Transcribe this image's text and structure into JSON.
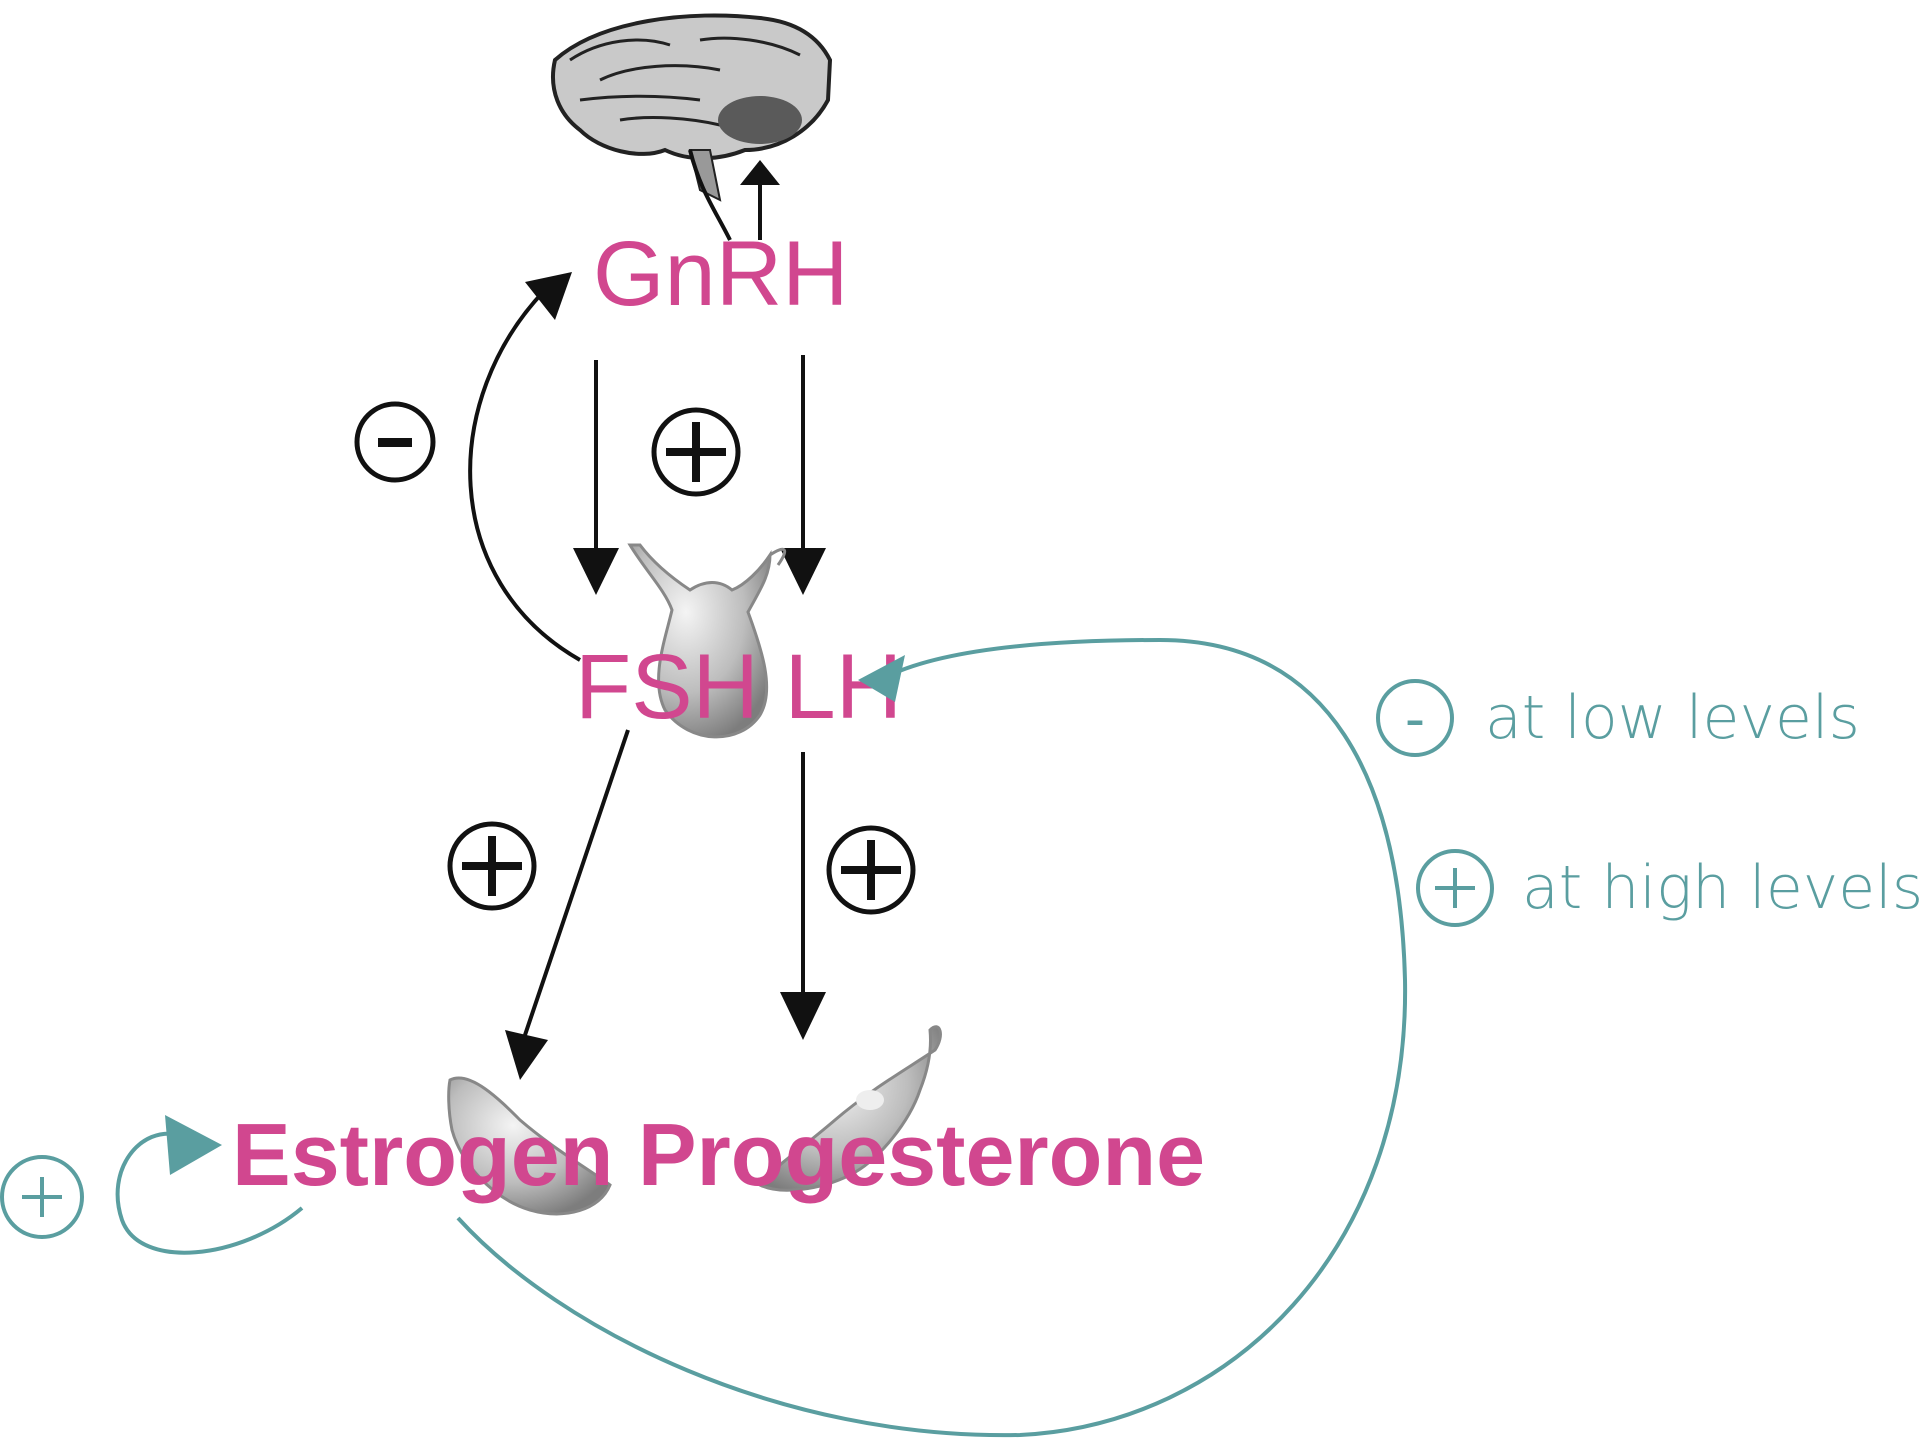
{
  "labels": {
    "gnrh": "GnRH",
    "fsh_lh": "FSH LH",
    "estrogen_progesterone": "Estrogen Progesterone"
  },
  "signs": {
    "minus": "-",
    "plus": "+"
  },
  "legend": {
    "low": {
      "sign": "-",
      "text": "at low levels"
    },
    "high": {
      "sign": "+",
      "text": "at high levels"
    }
  },
  "colors": {
    "hormone_text": "#d1478f",
    "feedback_teal": "#5a9ea0",
    "arrow_black": "#111111"
  },
  "icons": [
    "brain-icon",
    "pituitary-gland-icon",
    "ovary-icon"
  ]
}
